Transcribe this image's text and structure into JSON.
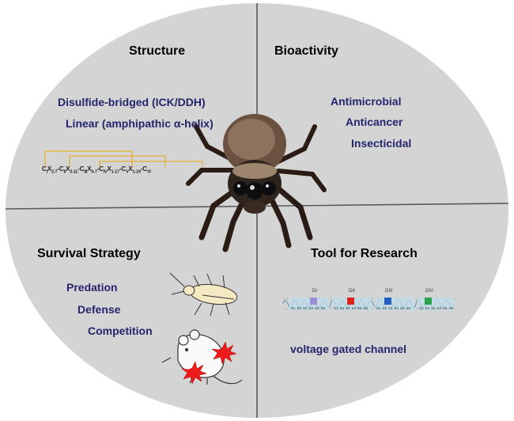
{
  "colors": {
    "ellipse_fill": "#d4d4d4",
    "divider": "#5a5a5a",
    "title_text": "#000000",
    "item_text": "#25256e",
    "bridge_line": "#e6b030",
    "domain_I": "#9b8fd6",
    "domain_II": "#e0201e",
    "domain_III": "#1f5fbf",
    "domain_IV": "#2aa44a",
    "channel_fill": "#bfe0ee",
    "burst_red": "#ee1b1b"
  },
  "quadrants": {
    "structure": {
      "title": "Structure",
      "items": [
        "Disulfide-bridged (ICK/DDH)",
        "Linear (amphipathic α-helix)"
      ],
      "formula_parts": [
        {
          "t": "C"
        },
        {
          "s": "I"
        },
        {
          "t": "X"
        },
        {
          "s": "2-7"
        },
        {
          "t": "-C"
        },
        {
          "s": "II"
        },
        {
          "t": "X"
        },
        {
          "s": "3-11"
        },
        {
          "t": "-C"
        },
        {
          "s": "III"
        },
        {
          "t": "X"
        },
        {
          "s": "0-7"
        },
        {
          "t": "-C"
        },
        {
          "s": "IV"
        },
        {
          "t": "X"
        },
        {
          "s": "1-17"
        },
        {
          "t": "-C"
        },
        {
          "s": "V"
        },
        {
          "t": "X"
        },
        {
          "s": "1-19"
        },
        {
          "t": "-C"
        },
        {
          "s": "VI"
        }
      ]
    },
    "bioactivity": {
      "title": "Bioactivity",
      "items": [
        "Antimicrobial",
        "Anticancer",
        "Insecticidal"
      ]
    },
    "survival": {
      "title": "Survival Strategy",
      "items": [
        "Predation",
        "Defense",
        "Competition"
      ],
      "icons": [
        "cockroach-icon",
        "mouse-icon"
      ]
    },
    "tool": {
      "title": "Tool for Research",
      "caption": "voltage gated channel",
      "domain_labels": [
        "DI",
        "DII",
        "DIII",
        "DIV"
      ],
      "segment_labels": [
        "S1",
        "S2",
        "S3",
        "S4",
        "S5",
        "S6"
      ]
    }
  },
  "center_image": "spider-photo"
}
